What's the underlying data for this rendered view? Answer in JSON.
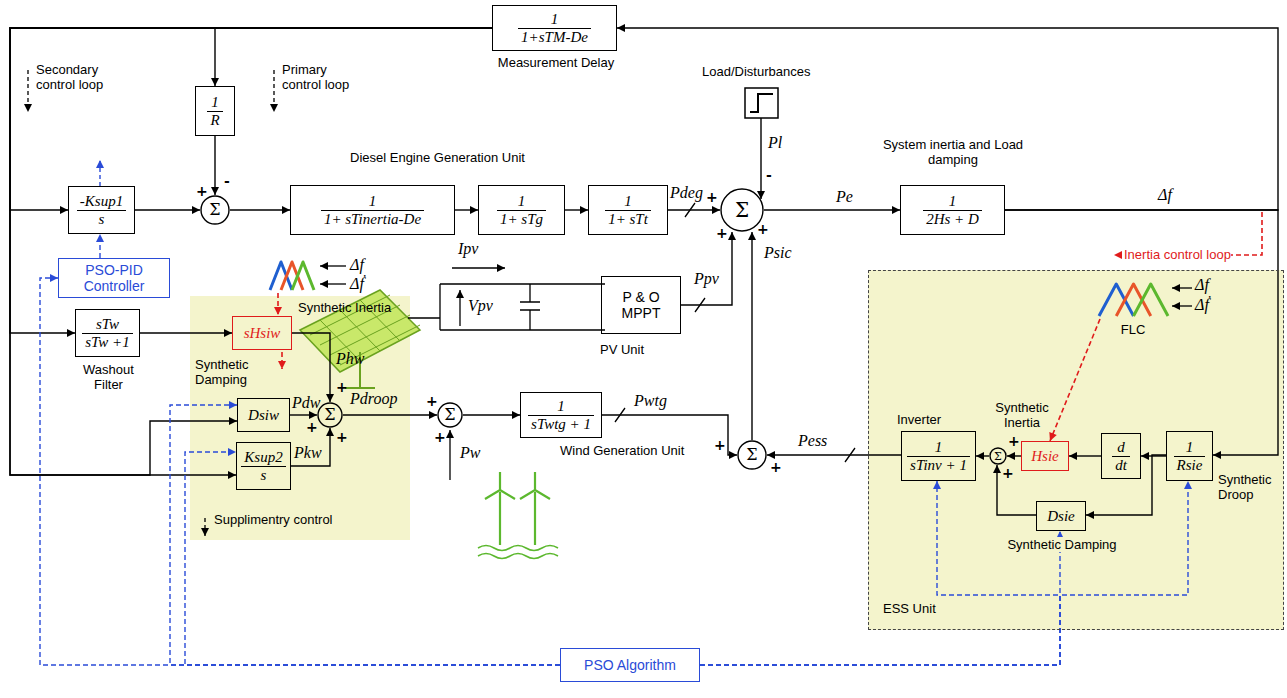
{
  "diagram": {
    "nodes": [
      {
        "text": [
          "1",
          "1+sTM-De",
          "Measurement Delay"
        ]
      },
      {
        "text": [
          "1",
          "R"
        ]
      },
      {
        "text": [
          "-Ksup1",
          "s"
        ]
      },
      {
        "text": [
          "Σ"
        ]
      },
      {
        "text": [
          "1",
          "1+ sTinertia-De"
        ]
      },
      {
        "text": [
          "1",
          "1+ sTg"
        ]
      },
      {
        "text": [
          "1",
          "1+ sTt"
        ]
      },
      {
        "text": [
          "Σ"
        ]
      },
      {
        "text": [
          "System inertia and Load damping",
          "1",
          "2Hs + D"
        ]
      },
      {
        "text": [
          "PSO-PID Controller"
        ]
      },
      {
        "text": [
          "sTw",
          "sTw +1",
          "Washout Filter"
        ]
      },
      {
        "text": [
          "Supplimentry control"
        ]
      },
      {
        "text": [
          "Synthetic Inertia",
          "sHsiw"
        ],
        "in": 11
      },
      {
        "text": [
          "Synthetic Damping",
          "Dsiw"
        ],
        "in": 11
      },
      {
        "text": [
          "Ksup2",
          "s"
        ],
        "in": 11
      },
      {
        "text": [
          "Σ"
        ],
        "in": 11
      },
      {
        "text": [
          "Σ"
        ]
      },
      {
        "text": [
          "1",
          "sTwtg + 1"
        ]
      },
      {
        "text": [
          "P & O MPPT"
        ]
      },
      {
        "text": [
          "Σ"
        ]
      },
      {
        "text": [
          "ESS Unit"
        ]
      },
      {
        "text": [
          "FLC"
        ],
        "in": 20
      },
      {
        "text": [
          "1",
          "Rsie",
          "Synthetic Droop"
        ],
        "in": 20
      },
      {
        "text": [
          "d",
          "dt"
        ],
        "in": 20
      },
      {
        "text": [
          "Synthetic Inertia",
          "Hsie"
        ],
        "in": 20
      },
      {
        "text": [
          "Σ"
        ],
        "in": 20
      },
      {
        "text": [
          "Dsie",
          "Synthetic Damping"
        ],
        "in": 20
      },
      {
        "text": [
          "Inverter",
          "1",
          "sTinv + 1"
        ],
        "in": 20
      },
      {
        "text": [
          "PSO Algorithm"
        ]
      }
    ],
    "edges": [
      {
        "from": 8,
        "to": 0,
        "arrow": "to"
      },
      {
        "from": 0,
        "to": 1,
        "arrow": "to"
      },
      {
        "from": 0,
        "to": 2,
        "arrow": "to"
      },
      {
        "from": 0,
        "to": 10,
        "arrow": "to"
      },
      {
        "from": 0,
        "to": 13,
        "arrow": "to"
      },
      {
        "from": 0,
        "to": 14,
        "arrow": "to"
      },
      {
        "from": 1,
        "to": 3,
        "arrow": "to"
      },
      {
        "from": 2,
        "to": 3,
        "arrow": "to"
      },
      {
        "from": 3,
        "to": 4,
        "arrow": "to"
      },
      {
        "from": 4,
        "to": 5,
        "arrow": "to"
      },
      {
        "from": 5,
        "to": 6,
        "arrow": "to"
      },
      {
        "from": 6,
        "to": 7,
        "arrow": "to"
      },
      {
        "from": 7,
        "to": 8,
        "arrow": "to"
      },
      {
        "from": 9,
        "to": 2,
        "arrow": "to"
      },
      {
        "from": 10,
        "to": 12,
        "arrow": "to"
      },
      {
        "from": 12,
        "to": 15,
        "arrow": "to"
      },
      {
        "from": 13,
        "to": 15,
        "arrow": "to"
      },
      {
        "from": 14,
        "to": 15,
        "arrow": "to"
      },
      {
        "from": 15,
        "to": 16,
        "arrow": "to"
      },
      {
        "from": 16,
        "to": 17,
        "arrow": "to"
      },
      {
        "from": 17,
        "to": 19,
        "arrow": "to"
      },
      {
        "from": 18,
        "to": 7,
        "arrow": "to"
      },
      {
        "from": 19,
        "to": 7,
        "arrow": "to"
      },
      {
        "from": 8,
        "to": 22,
        "arrow": "to"
      },
      {
        "from": 22,
        "to": 23,
        "arrow": "to"
      },
      {
        "from": 22,
        "to": 26,
        "arrow": "to"
      },
      {
        "from": 23,
        "to": 24,
        "arrow": "to"
      },
      {
        "from": 24,
        "to": 25,
        "arrow": "to"
      },
      {
        "from": 26,
        "to": 25,
        "arrow": "to"
      },
      {
        "from": 25,
        "to": 27,
        "arrow": "to"
      },
      {
        "from": 27,
        "to": 19,
        "arrow": "to"
      },
      {
        "from": 21,
        "to": 24,
        "arrow": "to"
      },
      {
        "from": 28,
        "to": 9,
        "arrow": "to"
      },
      {
        "from": 28,
        "to": 13,
        "arrow": "to"
      },
      {
        "from": 28,
        "to": 14,
        "arrow": "to"
      },
      {
        "from": 28,
        "to": 26,
        "arrow": "to"
      },
      {
        "from": 28,
        "to": 27,
        "arrow": "to"
      },
      {
        "from": 28,
        "to": 22,
        "arrow": "to"
      }
    ],
    "labels": [
      "Secondary control loop",
      "Primary control loop",
      "Diesel Engine Generation Unit",
      "Load/Disturbances",
      "Pl",
      "Pdeg",
      "Pe",
      "Δf",
      "Inertia control loop",
      "Ppv",
      "Psic",
      "Ipv",
      "Vpv",
      "PV Unit",
      "Δf",
      "Δḟ",
      "Phw",
      "Pdw",
      "Pkw",
      "Pdroop",
      "Pw",
      "Wind Generation Unit",
      "Pwtg",
      "Pess",
      "Δf",
      "Δḟ",
      "+",
      "-",
      "+",
      "-",
      "+",
      "+",
      "+",
      "+",
      "+",
      "+",
      "+",
      "+",
      "+",
      "+",
      "+"
    ]
  }
}
